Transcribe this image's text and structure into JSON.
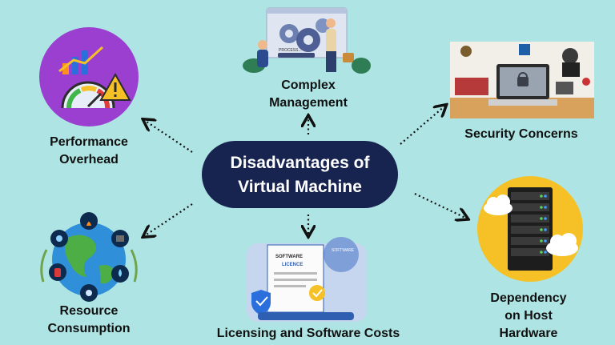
{
  "center": {
    "line1": "Disadvantages of",
    "line2": "Virtual Machine"
  },
  "nodes": {
    "complex": {
      "line1": "Complex",
      "line2": "Management"
    },
    "security": {
      "line1": "Security Concerns"
    },
    "performance": {
      "line1": "Performance",
      "line2": "Overhead"
    },
    "resource": {
      "line1": "Resource",
      "line2": "Consumption"
    },
    "licensing": {
      "line1": "Licensing and Software Costs",
      "doc_title": "SOFTWARE",
      "doc_subtitle": "LICENCE",
      "tag": "SOFTWARE"
    },
    "dependency": {
      "line1": "Dependency",
      "line2": "on Host",
      "line3": "Hardware"
    }
  },
  "illustration_labels": {
    "process": "PROCESS..."
  },
  "colors": {
    "background": "#aee5e4",
    "center_fill": "#17244f",
    "performance_circle": "#9b3fd0",
    "dependency_circle": "#f5c127",
    "arrow": "#111111"
  },
  "icons": [
    "gears-team-icon",
    "cyber-security-collage-icon",
    "speedometer-warning-icon",
    "globe-resources-icon",
    "software-licence-document-icon",
    "server-rack-cloud-icon"
  ]
}
